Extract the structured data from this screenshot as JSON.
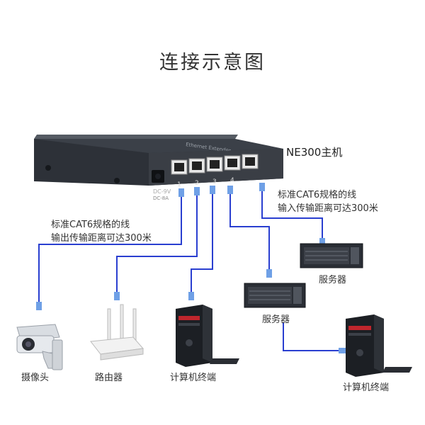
{
  "title": "连接示意图",
  "host_label": "NE300主机",
  "host_front": {
    "dc_label": "DC-9V",
    "dc_label2": "DC-8A",
    "port_numbers": [
      "1",
      "2",
      "3",
      "4"
    ]
  },
  "cable_note_in": {
    "line1": "标准CAT6规格的线",
    "line2": "输入传输距离可达300米"
  },
  "cable_note_out": {
    "line1": "标准CAT6规格的线",
    "line2": "输出传输距离可达300米"
  },
  "devices": {
    "camera": "摄像头",
    "router": "路由器",
    "pc_left": "计算机终端",
    "server_mid": "服务器",
    "server_right": "服务器",
    "pc_right": "计算机终端"
  },
  "colors": {
    "cable": "#2a3fd0",
    "cable_light": "#6fa0e6",
    "device_dark": "#1c1f24",
    "host_top": "#3a3f46",
    "host_front": "#2c3036"
  }
}
